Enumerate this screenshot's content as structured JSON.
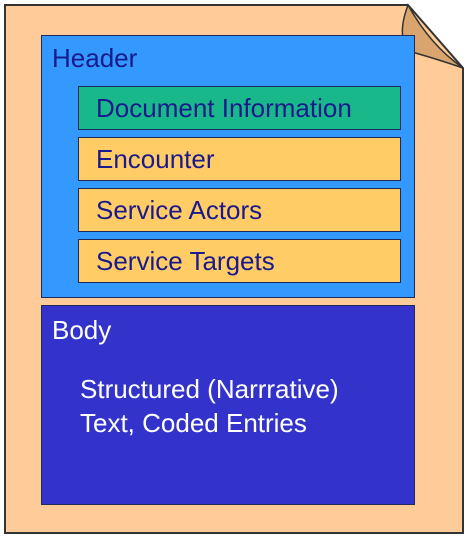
{
  "colors": {
    "page": "#ffcc99",
    "page_outline": "#333333",
    "header_fill": "#3399ff",
    "document_info_fill": "#19b88a",
    "item_fill": "#ffcc66",
    "body_fill": "#3333cc",
    "header_text": "#1a1a8c",
    "body_text": "#ffffff"
  },
  "header": {
    "title": "Header",
    "items": [
      {
        "label": "Document Information"
      },
      {
        "label": "Encounter"
      },
      {
        "label": "Service Actors"
      },
      {
        "label": "Service Targets"
      }
    ]
  },
  "body": {
    "title": "Body",
    "lines": [
      "Structured (Narrrative)",
      "Text, Coded Entries"
    ]
  }
}
